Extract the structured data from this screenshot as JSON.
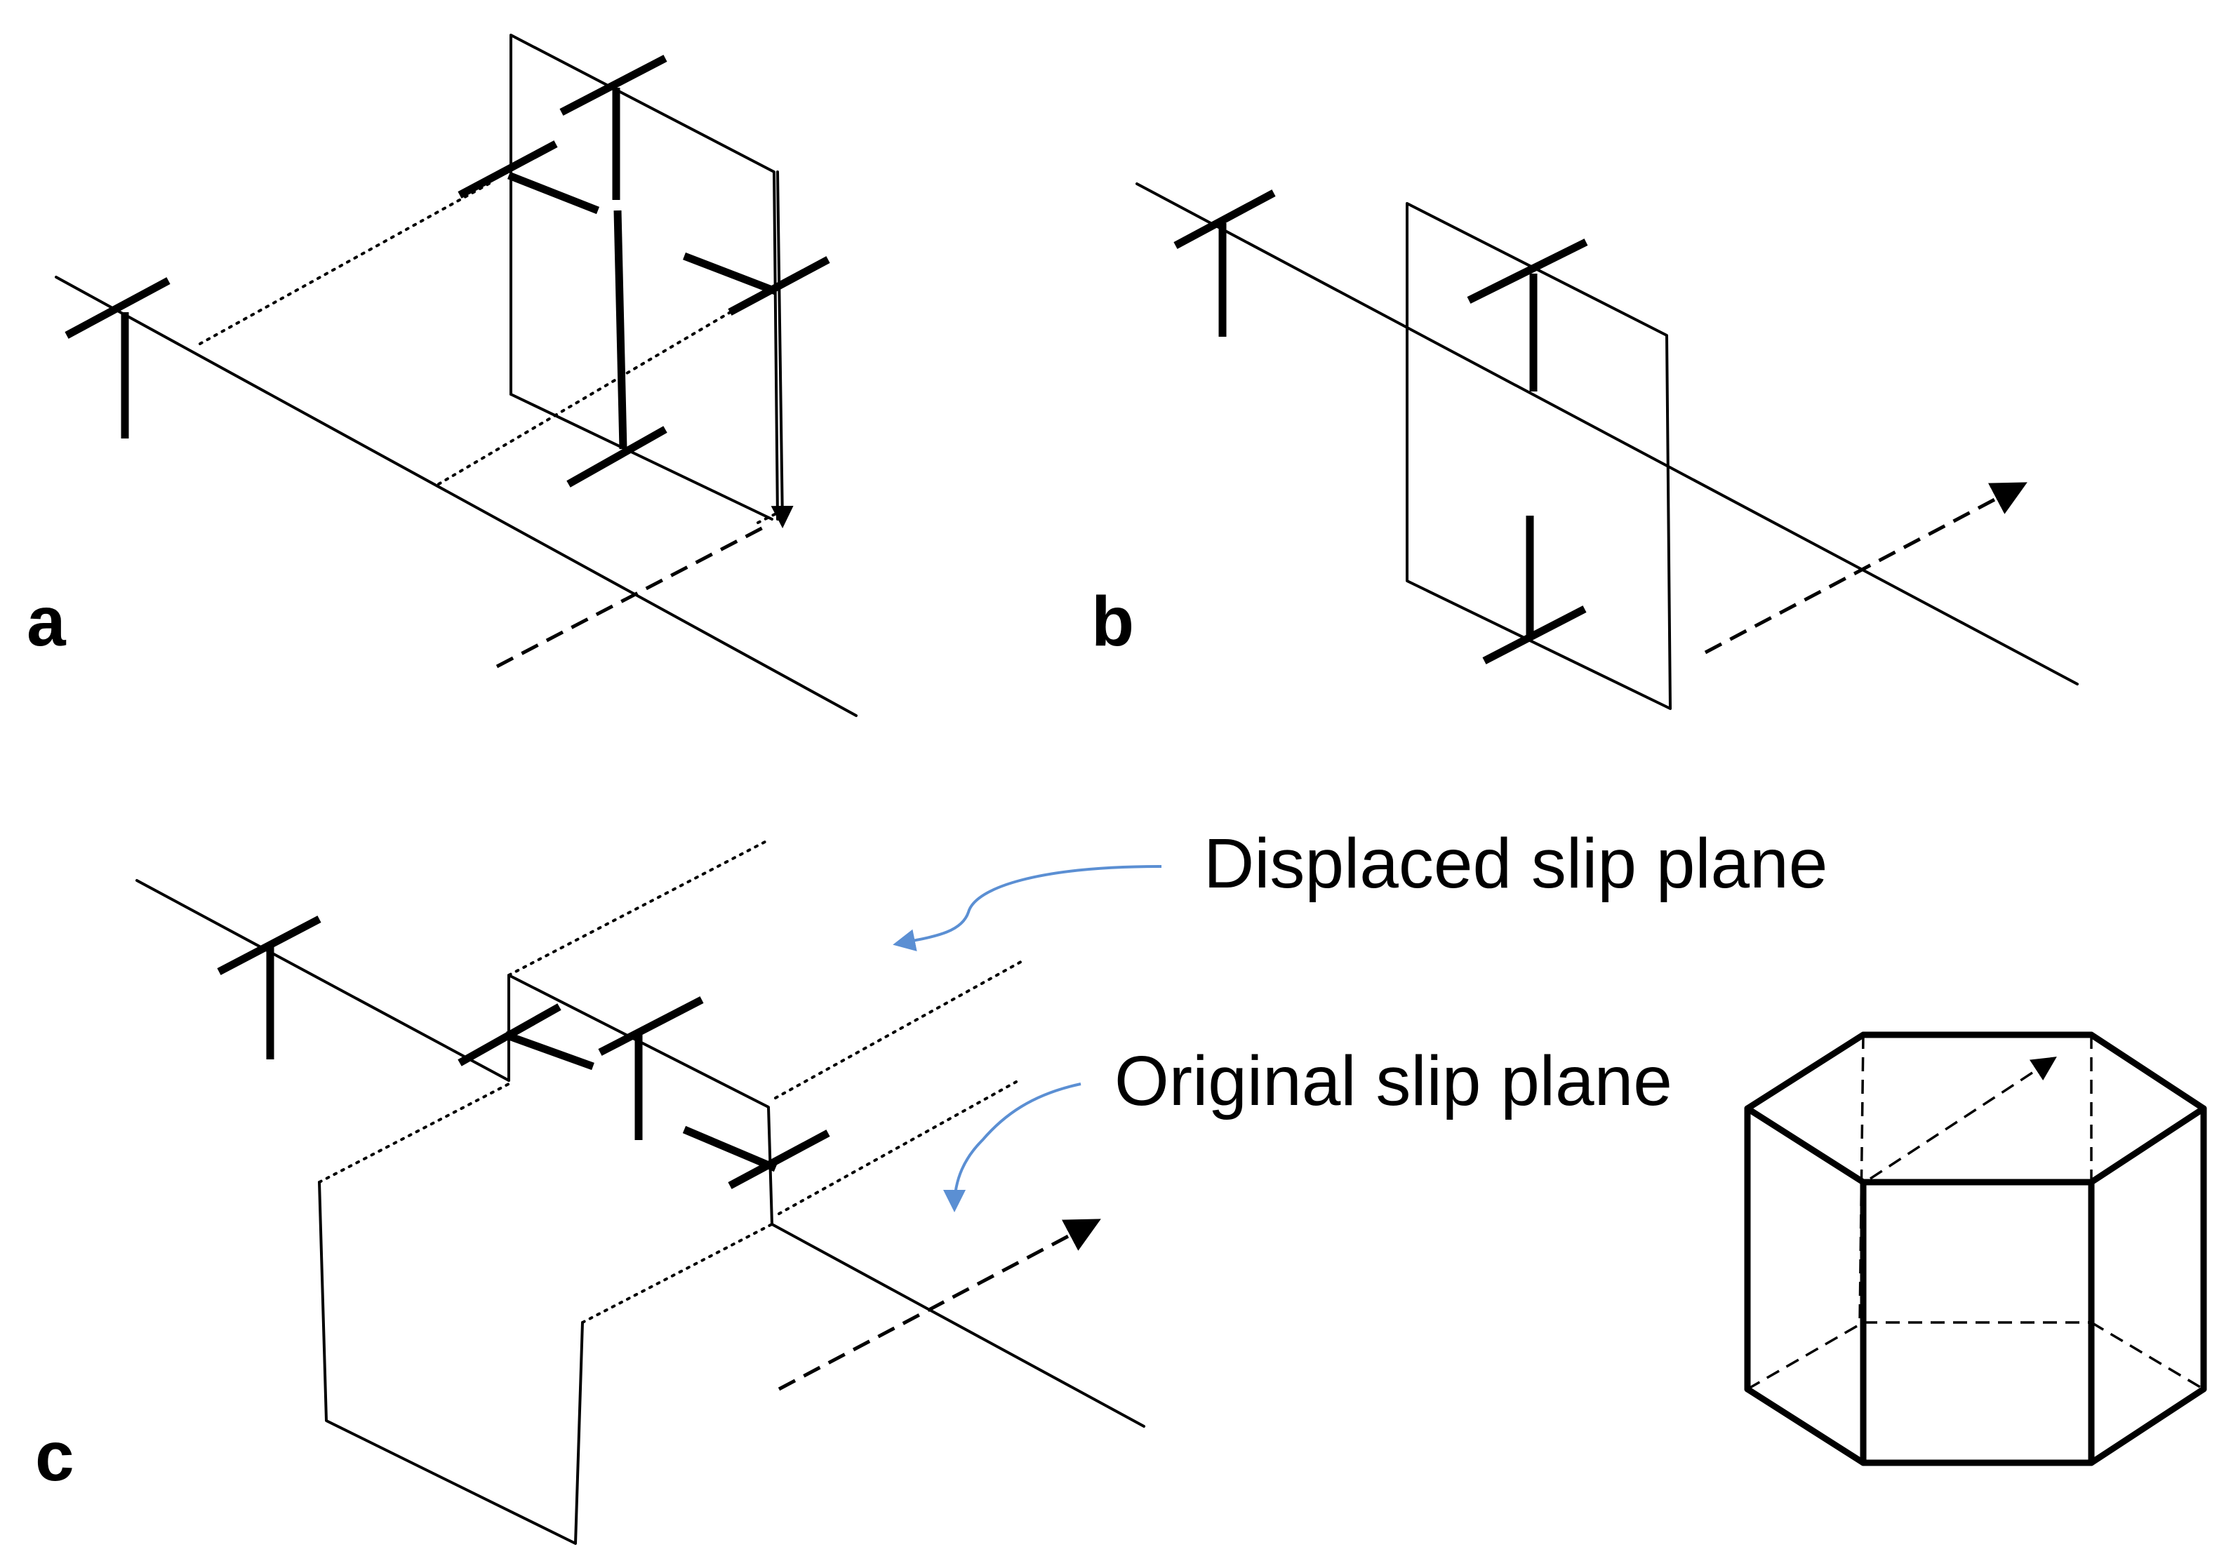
{
  "panels": {
    "a": {
      "label": "a"
    },
    "b": {
      "label": "b"
    },
    "c": {
      "label": "c"
    }
  },
  "callouts": {
    "displaced": "Displaced slip plane",
    "original": "Original slip plane"
  },
  "colors": {
    "line": "#000000",
    "callout_arrow": "#5b8fd3",
    "background": "#ffffff"
  },
  "icons": {
    "dislocation_symbol": "edge-dislocation-t-icon",
    "burgers_vector": "dashed-arrow-icon",
    "crystal": "hexagonal-prism-icon"
  }
}
